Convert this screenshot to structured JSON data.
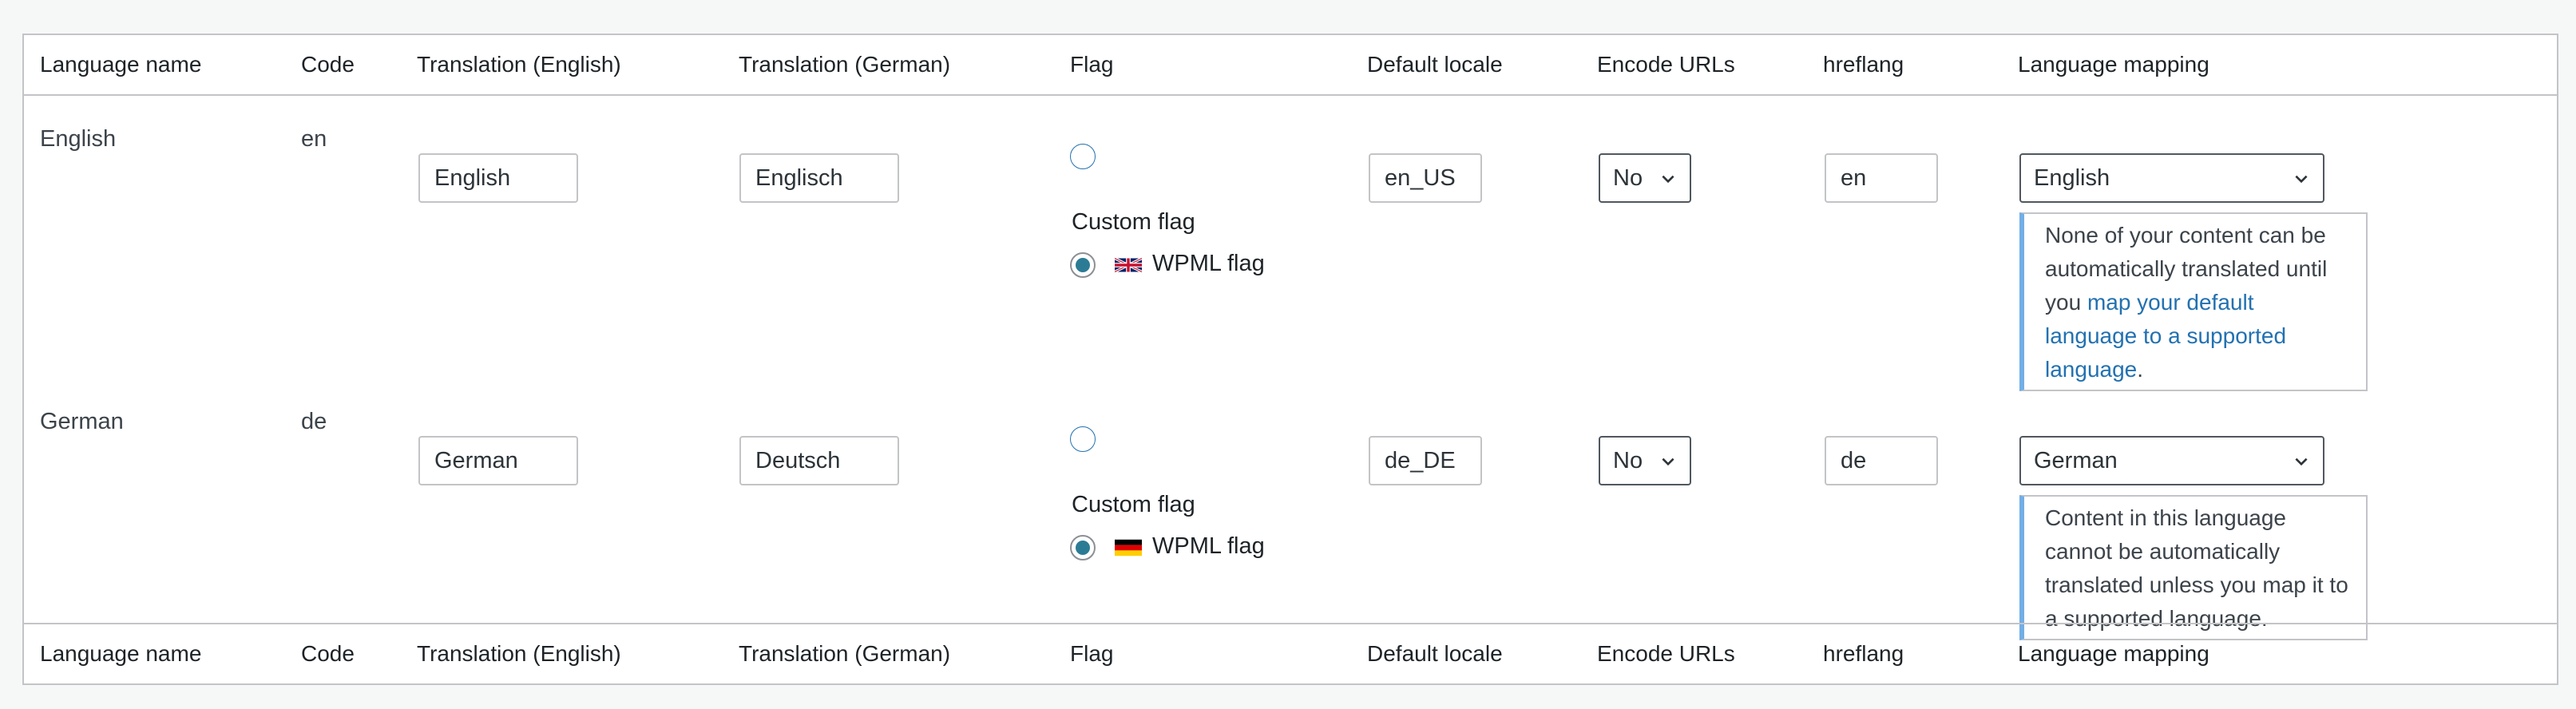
{
  "columns": {
    "name": "Language name",
    "code": "Code",
    "trans_en": "Translation (English)",
    "trans_de": "Translation (German)",
    "flag": "Flag",
    "locale": "Default locale",
    "encode": "Encode URLs",
    "hreflang": "hreflang",
    "mapping": "Language mapping"
  },
  "rows": [
    {
      "name": "English",
      "code": "en",
      "translation_en": "English",
      "translation_de": "Englisch",
      "custom_flag_label": "Custom flag",
      "wpml_flag_label": "WPML flag",
      "flag_icon": "uk-flag-icon",
      "flag_choice": "WPML flag",
      "locale": "en_US",
      "encode_urls": "No",
      "hreflang": "en",
      "mapping": "English",
      "notice_before": "None of your content can be automatically translated until you ",
      "notice_link": "map your default language to a supported language",
      "notice_after": "."
    },
    {
      "name": "German",
      "code": "de",
      "translation_en": "German",
      "translation_de": "Deutsch",
      "custom_flag_label": "Custom flag",
      "wpml_flag_label": "WPML flag",
      "flag_icon": "germany-flag-icon",
      "flag_choice": "WPML flag",
      "locale": "de_DE",
      "encode_urls": "No",
      "hreflang": "de",
      "mapping": "German",
      "notice": "Content in this language cannot be automatically translated unless you map it to a supported language."
    }
  ],
  "colors": {
    "accent": "#2271b1",
    "radio_checked": "#2c7b95",
    "notice_border": "#72aee6"
  }
}
